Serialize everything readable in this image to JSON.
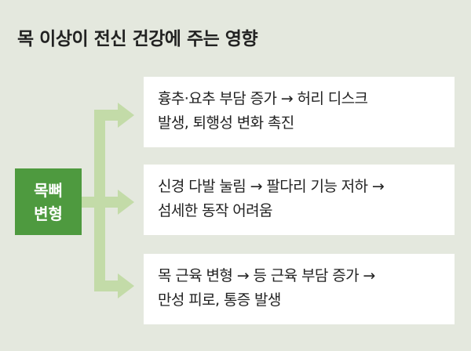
{
  "title": "목 이상이 전신 건강에 주는 영향",
  "cause": "목뼈\n변형",
  "effects": [
    "흉추·요추 부담 증가 → 허리 디스크\n발생, 퇴행성 변화 촉진",
    "신경 다발 눌림 → 팔다리 기능 저하 →\n섬세한 동작 어려움",
    "목 근육 변형 → 등 근육 부담 증가 →\n만성 피로, 통증 발생"
  ],
  "colors": {
    "background": "#e4e8de",
    "cause_box": "#4e9a3f",
    "connector": "#c3dba8",
    "card": "#ffffff",
    "text": "#222222"
  }
}
